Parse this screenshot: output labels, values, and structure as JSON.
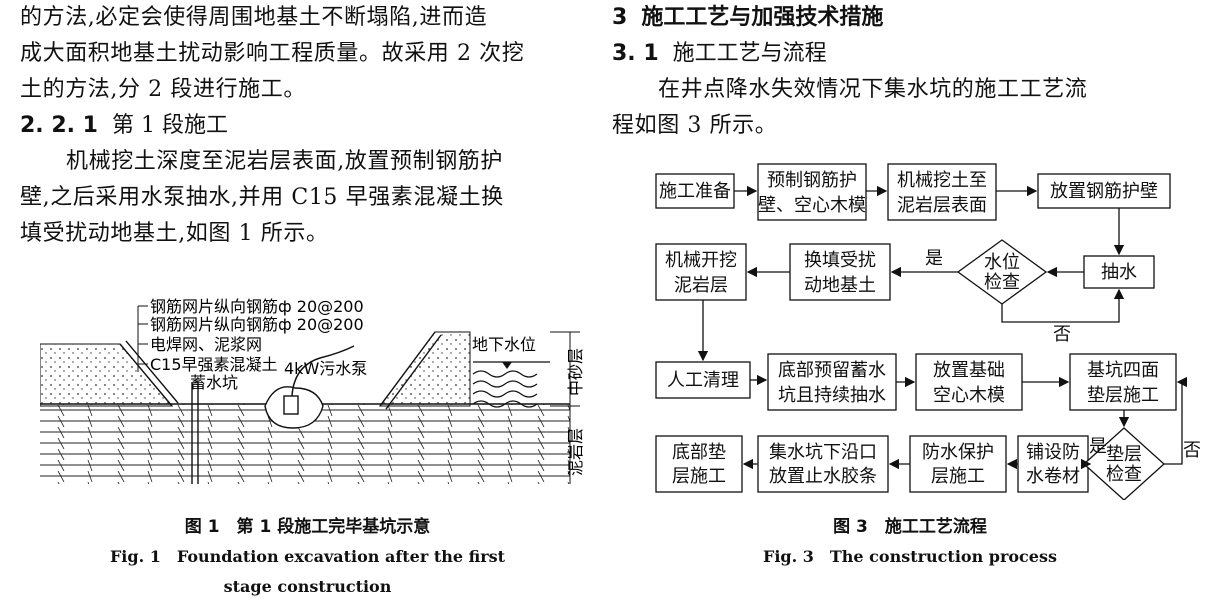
{
  "left_column": {
    "para1_lines": [
      "的方法,必定会使得周围地基土不断塌陷,进而造",
      "成大面积地基土扰动影响工程质量。故采用 2 次挖",
      "土的方法,分 2 段进行施工。"
    ],
    "section_num": "2. 2. 1",
    "section_title": "第 1 段施工",
    "para2_lines": [
      "机械挖土深度至泥岩层表面,放置预制钢筋护",
      "壁,之后采用水泵抽水,并用 C15 早强素混凝土换",
      "填受扰动地基土,如图 1 所示。"
    ],
    "figure1": {
      "labels": {
        "rebar1": "钢筋网片纵向钢筋ф 20@200",
        "rebar2": "钢筋网片纵向钢筋ф 20@200",
        "mesh": "电焊网、泥浆网",
        "concrete": "C15早强素混凝土",
        "pump": "4kW污水泵",
        "pit": "蓄水坑",
        "water_level": "地下水位",
        "sand_layer": "中砂层",
        "mudstone_layer": "泥岩层"
      },
      "caption_cn": "图 1　第 1 段施工完毕基坑示意",
      "caption_en_line1": "Fig. 1　Foundation excavation after the first",
      "caption_en_line2": "stage construction"
    }
  },
  "right_column": {
    "heading_num": "3",
    "heading_title": "施工工艺与加强技术措施",
    "sub_num": "3. 1",
    "sub_title": "施工工艺与流程",
    "para_lines": [
      "在井点降水失效情况下集水坑的施工工艺流",
      "程如图 3 所示。"
    ],
    "figure3": {
      "nodes": {
        "start": "施工准备",
        "prefab_l1": "预制钢筋护",
        "prefab_l2": "壁、空心木模",
        "dig_l1": "机械挖土至",
        "dig_l2": "泥岩层表面",
        "place_wall": "放置钢筋护壁",
        "pump": "抽水",
        "wl_l1": "水位",
        "wl_l2": "检查",
        "refill_l1": "换填受扰",
        "refill_l2": "动地基土",
        "mudstone_l1": "机械开挖",
        "mudstone_l2": "泥岩层",
        "clean": "人工清理",
        "sump_l1": "底部预留蓄水",
        "sump_l2": "坑且持续抽水",
        "formwork_l1": "放置基础",
        "formwork_l2": "空心木模",
        "cushion_l1": "基坑四面",
        "cushion_l2": "垫层施工",
        "cc_l1": "垫层",
        "cc_l2": "检查",
        "membrane_l1": "铺设防",
        "membrane_l2": "水卷材",
        "protect_l1": "防水保护",
        "protect_l2": "层施工",
        "sealing_l1": "集水坑下沿口",
        "sealing_l2": "放置止水胶条",
        "bottom_l1": "底部垫",
        "bottom_l2": "层施工"
      },
      "yes": "是",
      "no": "否",
      "caption_cn": "图 3　施工工艺流程",
      "caption_en": "Fig. 3　The construction process"
    }
  }
}
